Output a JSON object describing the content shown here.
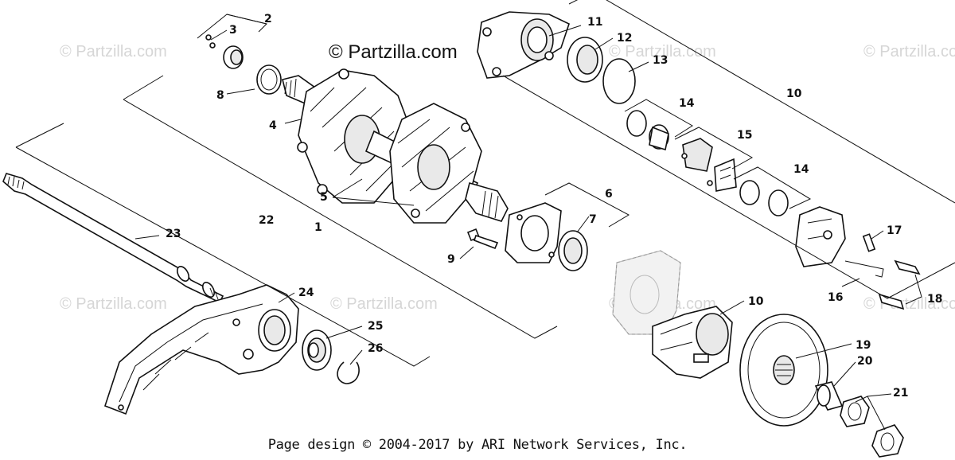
{
  "copyright": "© Partzilla.com",
  "watermark_text": "© Partzilla.com",
  "footer_text": "Page design © 2004-2017 by ARI Network Services, Inc.",
  "callouts": [
    "1",
    "2",
    "3",
    "4",
    "5",
    "6",
    "7",
    "8",
    "9",
    "10",
    "11",
    "12",
    "13",
    "14",
    "15",
    "16",
    "17",
    "18",
    "19",
    "20",
    "21",
    "22",
    "23",
    "24",
    "25",
    "26"
  ],
  "colors": {
    "line": "#111111",
    "watermark": "#d6d6d6",
    "background": "#ffffff"
  }
}
